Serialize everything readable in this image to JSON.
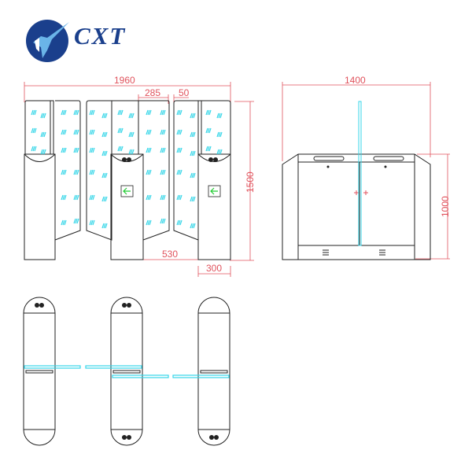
{
  "brand": {
    "name": "CXT",
    "primary_color": "#1a3f8c",
    "accent_color": "#6ab4e8"
  },
  "front_view": {
    "dims": {
      "overall_width": "1960",
      "panel_width": "285",
      "gap": "50",
      "height": "1500",
      "passage": "530",
      "cabinet_width": "300"
    },
    "indicator": "arrow-left",
    "indicator_color": "#22cc33"
  },
  "side_view": {
    "dims": {
      "overall_width": "1400",
      "height": "1000"
    }
  },
  "top_view": {
    "cabinets": 3,
    "lanes": 2
  },
  "colors": {
    "dimension": "#e0525c",
    "glass": "#36d6e8",
    "outline": "#222222"
  }
}
